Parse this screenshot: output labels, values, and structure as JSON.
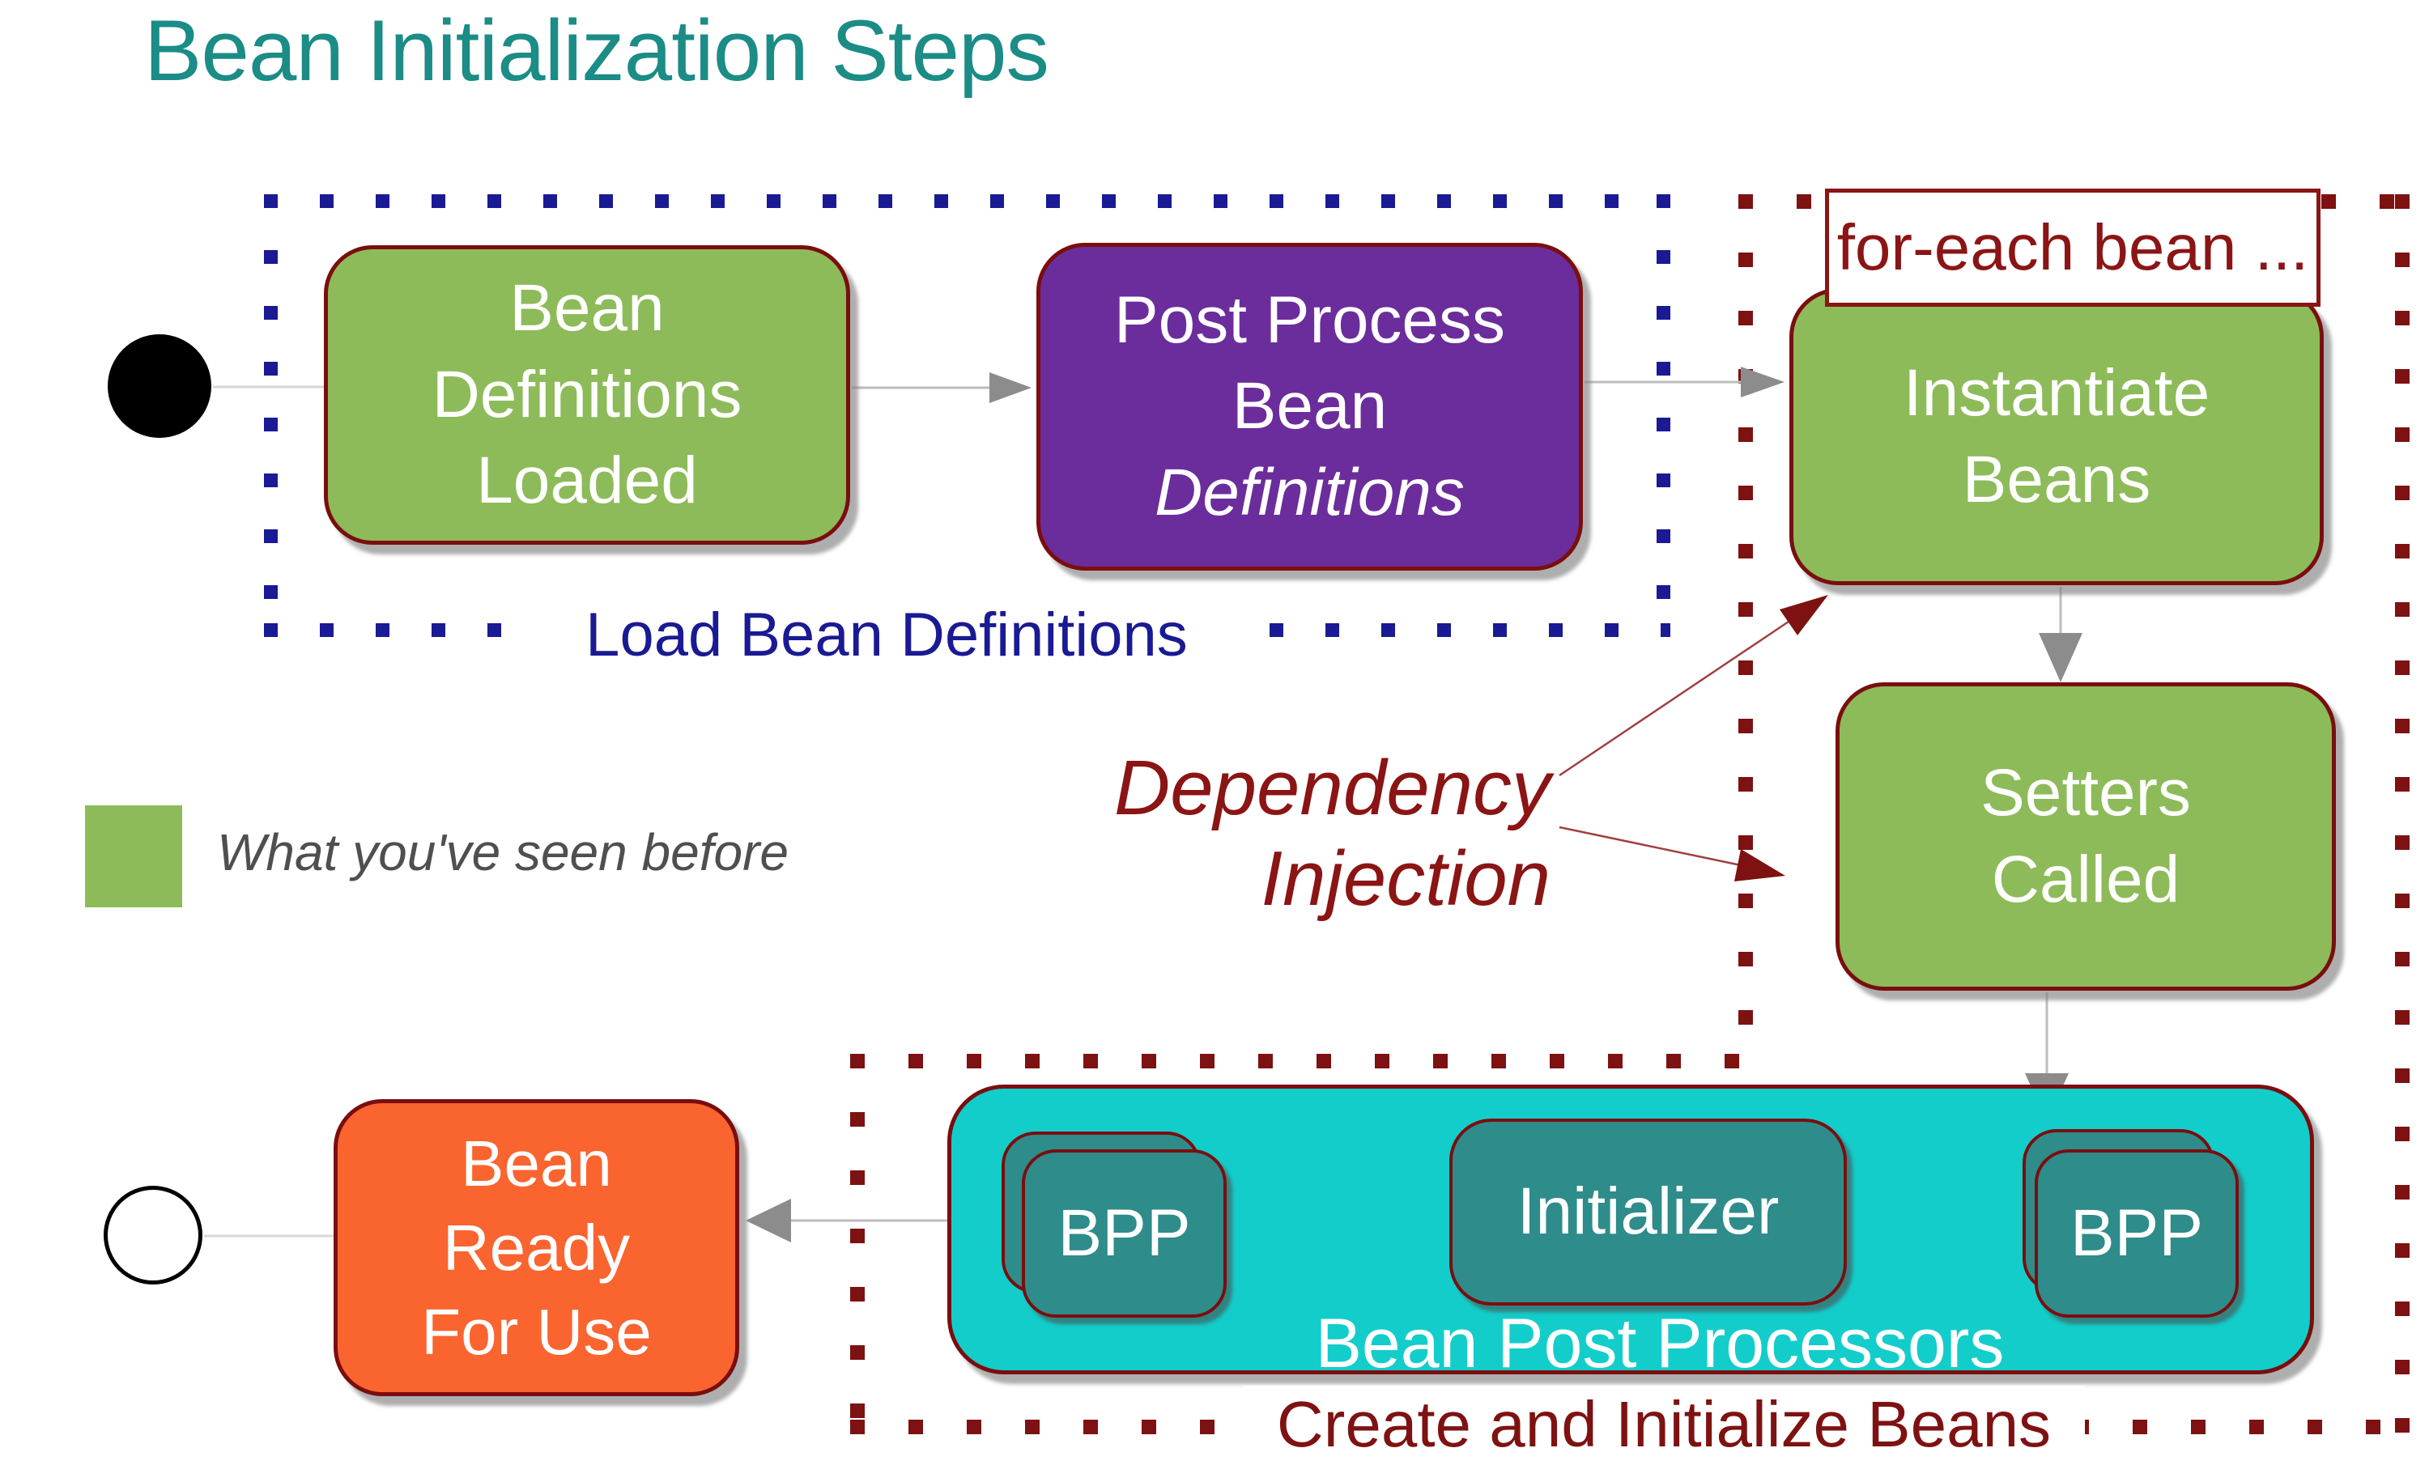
{
  "title": "Bean Initialization Steps",
  "colors": {
    "title_teal": "#1b8c86",
    "navy": "#1a1a94",
    "maroon": "#7e1111",
    "green": "#8dbb59",
    "purple": "#6b2d9b",
    "cyan": "#13cdcb",
    "teal_sub": "#2e8c8b",
    "orange": "#f9642f",
    "arrow_gray": "#8c8c8c",
    "box_border_red": "#7a0e0e"
  },
  "legend": {
    "label": "What you've seen before"
  },
  "groups": {
    "load": {
      "label": "Load Bean Definitions"
    },
    "foreach": {
      "label": "for-each bean ..."
    },
    "create": {
      "label": "Create and Initialize Beans"
    }
  },
  "annotations": {
    "dependency_injection": {
      "line1": "Dependency",
      "line2": "Injection"
    }
  },
  "nodes": {
    "bean_definitions_loaded": {
      "lines": [
        "Bean",
        "Definitions",
        "Loaded"
      ]
    },
    "post_process": {
      "line1": "Post Process",
      "line2": "Bean",
      "line3_italic": "Definitions"
    },
    "instantiate_beans": {
      "lines": [
        "Instantiate",
        "Beans"
      ]
    },
    "setters_called": {
      "lines": [
        "Setters",
        "Called"
      ]
    },
    "bean_ready": {
      "lines": [
        "Bean",
        "Ready",
        "For Use"
      ]
    },
    "initializer": {
      "label": "Initializer"
    },
    "bpp_left": {
      "label": "BPP"
    },
    "bpp_right": {
      "label": "BPP"
    },
    "bean_post_processors": {
      "label": "Bean Post Processors"
    }
  }
}
